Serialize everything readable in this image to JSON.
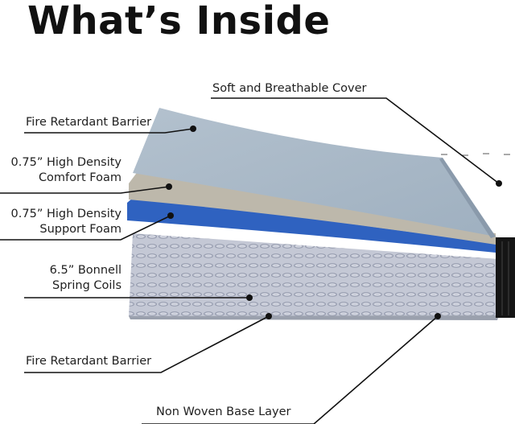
{
  "title": "What’s Inside",
  "labels": {
    "cover": "Soft and Breathable Cover",
    "fire_top": "Fire Retardant Barrier",
    "comfort_line1": "0.75” High Density",
    "comfort_line2": "Comfort Foam",
    "support_line1": "0.75” High Density",
    "support_line2": "Support Foam",
    "coils_line1": "6.5” Bonnell",
    "coils_line2": "Spring Coils",
    "fire_bottom": "Fire Retardant Barrier",
    "base": "Non Woven Base Layer"
  },
  "colors": {
    "cover": "#a9b8c6",
    "comfort_foam": "#bdb8ab",
    "support_foam": "#2f62c0",
    "coils": "#b7bccb",
    "edge": "#151515"
  }
}
